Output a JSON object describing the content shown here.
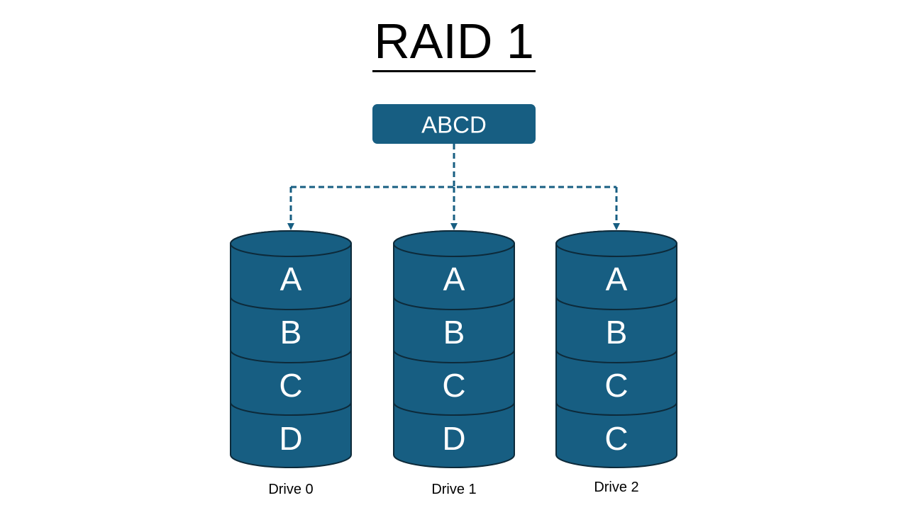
{
  "title": "RAID 1",
  "source": {
    "label": "ABCD"
  },
  "colors": {
    "fill": "#175e82",
    "stroke": "#0d2a3a",
    "text": "#ffffff",
    "arrow": "#175e82"
  },
  "drives": [
    {
      "name": "Drive 0",
      "blocks": [
        "A",
        "B",
        "C",
        "D"
      ]
    },
    {
      "name": "Drive 1",
      "blocks": [
        "A",
        "B",
        "C",
        "D"
      ]
    },
    {
      "name": "Drive 2",
      "blocks": [
        "A",
        "B",
        "C",
        "C"
      ]
    }
  ]
}
